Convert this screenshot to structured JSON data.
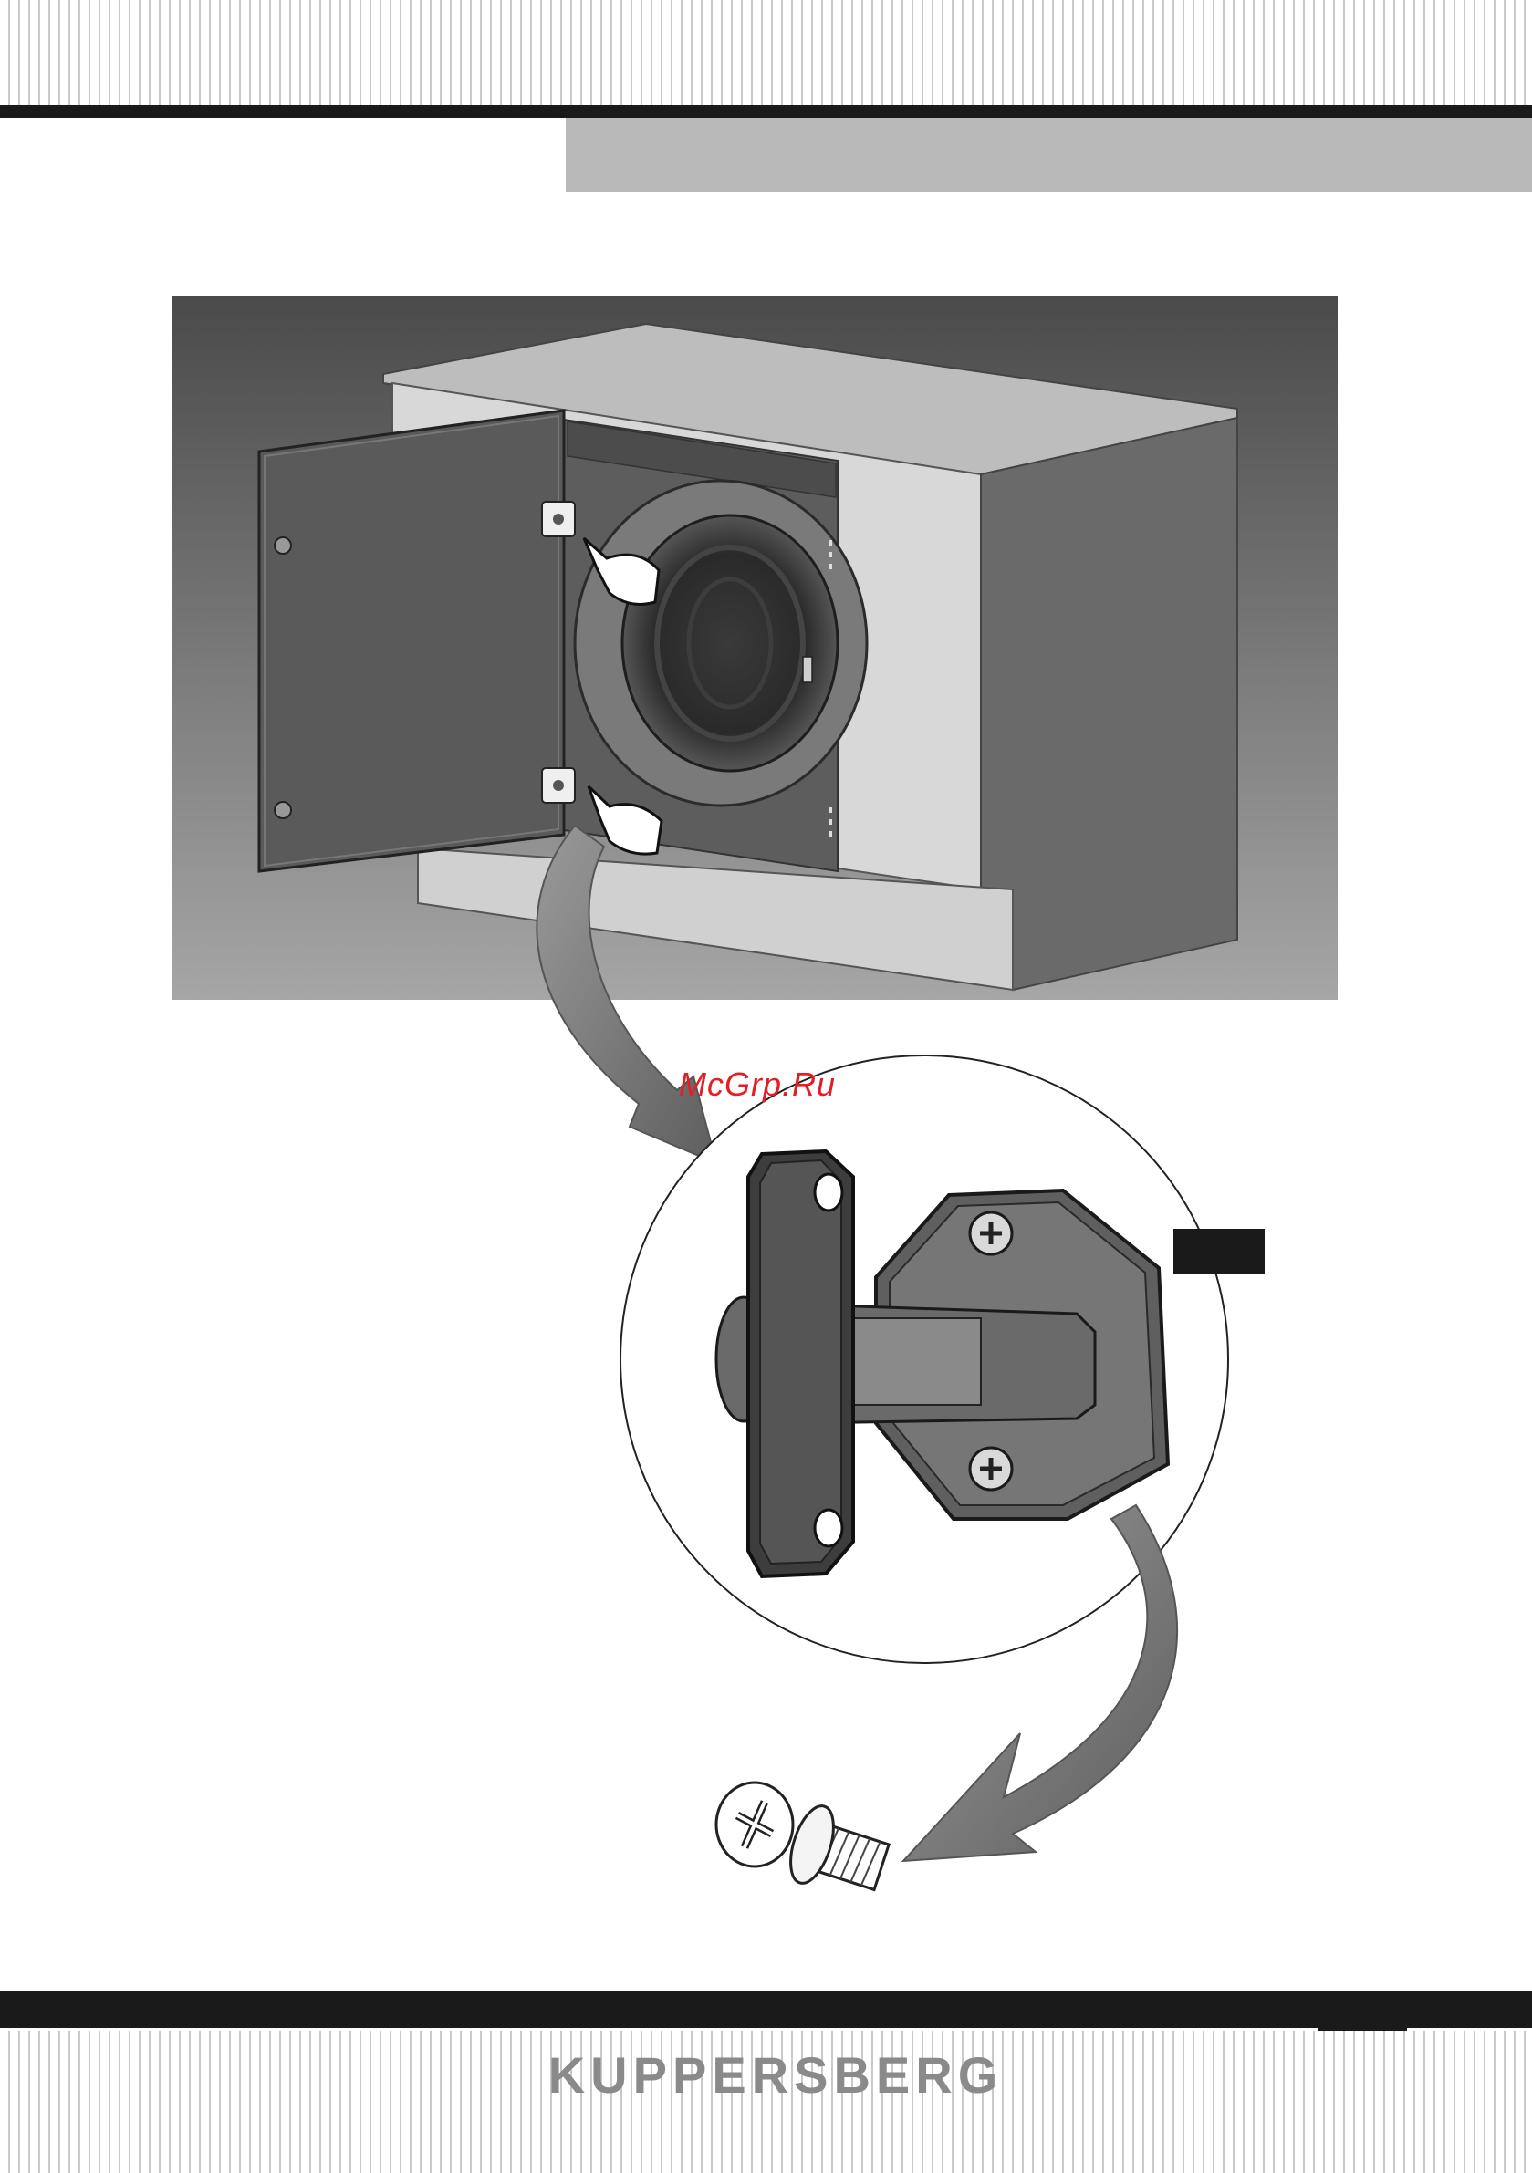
{
  "page": {
    "brand": "KUPPERSBERG",
    "watermark": "McGrp.Ru"
  },
  "figure": {
    "items": [
      "cabinet-with-open-door",
      "hinge-detail",
      "screw"
    ],
    "colors": {
      "panel_bg": "#8c8c8c",
      "cabinet_dark": "#6a6a6a",
      "cabinet_light": "#d6d6d6",
      "arrow": "#777777",
      "accent_red": "#e51e25"
    }
  }
}
